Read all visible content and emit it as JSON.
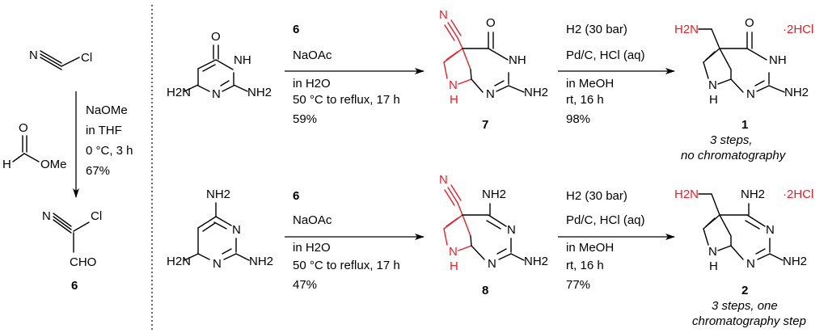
{
  "colors": {
    "highlight": "#ee1c25",
    "ink": "#000000"
  },
  "left_column": {
    "start_material": {
      "left": "N",
      "right": "Cl"
    },
    "formate": {
      "oxygen_top": "O",
      "hydrogen": "H",
      "ome": "OMe"
    },
    "conditions": [
      "NaOMe",
      "in THF",
      "0 °C, 3 h",
      "67%"
    ],
    "product": {
      "nitrogen": "N",
      "chlorine": "Cl",
      "aldehyde": "CHO",
      "label": "6"
    }
  },
  "rows": [
    {
      "start": {
        "oxo": "O",
        "nh": "NH",
        "n": "N",
        "nh2_left": "H2N",
        "nh2_right": "NH2"
      },
      "step1": {
        "reagents": [
          "6",
          "NaOAc"
        ],
        "conditions": [
          "in H2O",
          "50 °C to reflux, 17 h",
          "59%"
        ]
      },
      "intermediate": {
        "cn": "N",
        "oxo": "O",
        "nh": "NH",
        "n": "N",
        "nh_ring": "N",
        "h": "H",
        "nh2": "NH2",
        "label": "7"
      },
      "step2": {
        "reagents": [
          "H2 (30 bar)",
          "Pd/C, HCl (aq)"
        ],
        "conditions": [
          "in MeOH",
          "rt, 16 h",
          "98%"
        ]
      },
      "product": {
        "amine": "H2N",
        "salt": "·2HCl",
        "oxo": "O",
        "nh": "NH",
        "n": "N",
        "nh_ring": "N",
        "h": "H",
        "nh2": "NH2",
        "label": "1",
        "note": [
          "3 steps,",
          "no chromatography"
        ]
      }
    },
    {
      "start": {
        "amino_top": "NH2",
        "n_right": "N",
        "n_bottom": "N",
        "nh2_left": "H2N",
        "nh2_right": "NH2"
      },
      "step1": {
        "reagents": [
          "6",
          "NaOAc"
        ],
        "conditions": [
          "in H2O",
          "50 °C to reflux, 17 h",
          "47%"
        ]
      },
      "intermediate": {
        "cn": "N",
        "amino": "NH2",
        "n_right": "N",
        "n_bottom": "N",
        "nh_ring": "N",
        "h": "H",
        "nh2": "NH2",
        "label": "8"
      },
      "step2": {
        "reagents": [
          "H2 (30 bar)",
          "Pd/C, HCl (aq)"
        ],
        "conditions": [
          "in MeOH",
          "rt, 16 h",
          "77%"
        ]
      },
      "product": {
        "amine": "H2N",
        "salt": "·2HCl",
        "amino": "NH2",
        "n_right": "N",
        "n_bottom": "N",
        "nh_ring": "N",
        "h": "H",
        "nh2": "NH2",
        "label": "2",
        "note": [
          "3 steps, one",
          "chromatography step"
        ]
      }
    }
  ]
}
